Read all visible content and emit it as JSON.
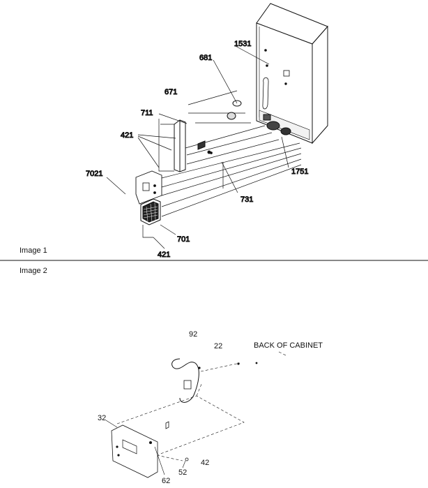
{
  "image1": {
    "caption": "Image 1",
    "callouts": {
      "c1531": "1531",
      "c681": "681",
      "c671": "671",
      "c711": "711",
      "c421a": "421",
      "c7021": "7021",
      "c731": "731",
      "c1751": "1751",
      "c701": "701",
      "c421b": "421"
    }
  },
  "image2": {
    "caption": "Image 2",
    "heading": "BACK OF CABINET",
    "callouts": {
      "c92": "92",
      "c22": "22",
      "c32": "32",
      "c42": "42",
      "c52": "52",
      "c62": "62"
    }
  }
}
